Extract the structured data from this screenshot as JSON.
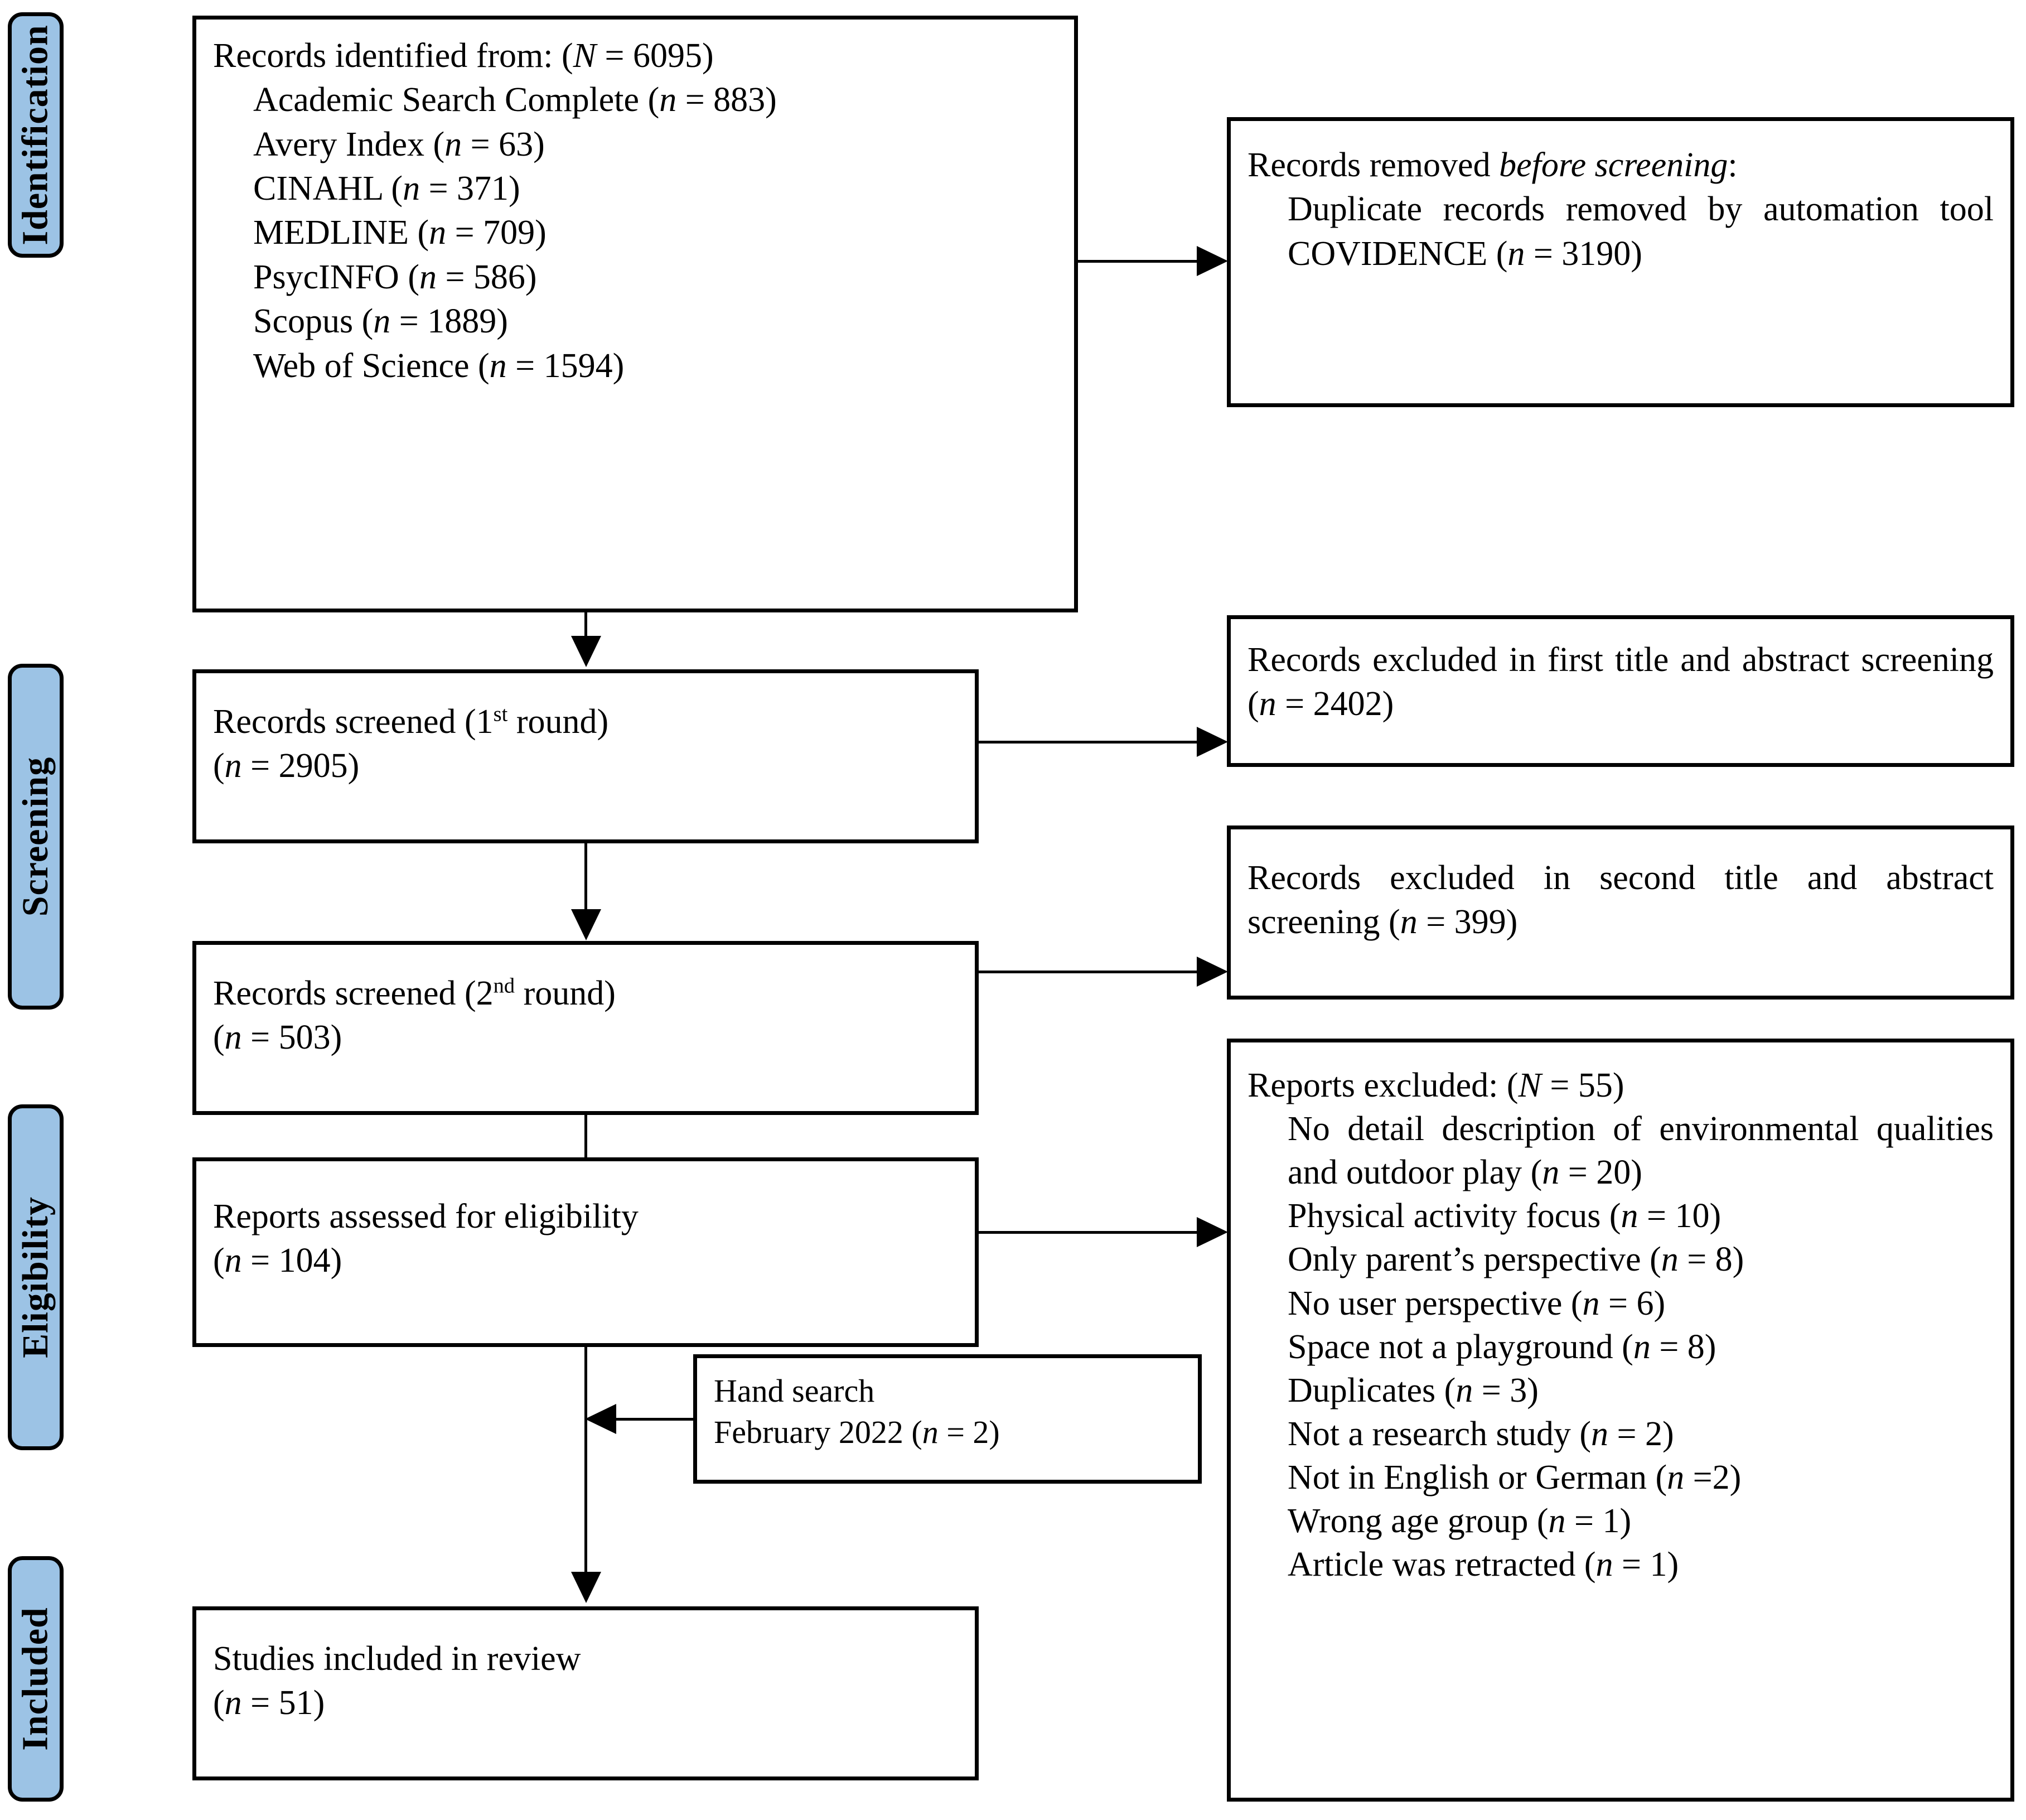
{
  "diagram": {
    "type": "prisma-flow-diagram",
    "accent_color": "#9CC3E5",
    "line_color": "#000000",
    "background": "#ffffff"
  },
  "stages": [
    {
      "id": "identification",
      "label": "Identification"
    },
    {
      "id": "screening",
      "label": "Screening"
    },
    {
      "id": "eligibility",
      "label": "Eligibility"
    },
    {
      "id": "included",
      "label": "Included"
    }
  ],
  "identification_box": {
    "heading_prefix": "Records identified from: (",
    "heading_italic": "N",
    "heading_suffix": " = 6095)",
    "sources": [
      {
        "name": "Academic Search Complete",
        "n_prefix": " (",
        "n_italic": "n",
        "n_suffix": " = 883)"
      },
      {
        "name": "Avery Index",
        "n_prefix": " (",
        "n_italic": "n",
        "n_suffix": " = 63)"
      },
      {
        "name": "CINAHL",
        "n_prefix": " (",
        "n_italic": "n",
        "n_suffix": " = 371)"
      },
      {
        "name": "MEDLINE",
        "n_prefix": " (",
        "n_italic": "n",
        "n_suffix": " = 709)"
      },
      {
        "name": "PsycINFO",
        "n_prefix": " (",
        "n_italic": "n",
        "n_suffix": " = 586)"
      },
      {
        "name": "Scopus",
        "n_prefix": " (",
        "n_italic": "n",
        "n_suffix": " = 1889)"
      },
      {
        "name": "Web of Science",
        "n_prefix": " (",
        "n_italic": "n",
        "n_suffix": " = 1594)"
      }
    ]
  },
  "removed_box": {
    "line1_prefix": "Records removed ",
    "line1_italic": "before screening",
    "line1_suffix": ":",
    "body_prefix": "Duplicate records removed by automation tool COVIDENCE (",
    "body_italic": "n",
    "body_suffix": " = 3190)"
  },
  "screened_round1": {
    "line1_a": "Records screened (1",
    "line1_sup": "st",
    "line1_b": " round)",
    "line2_prefix": "(",
    "line2_italic": "n",
    "line2_suffix": " = 2905)"
  },
  "screened_round2": {
    "line1_a": "Records screened (2",
    "line1_sup": "nd",
    "line1_b": " round)",
    "line2_prefix": "(",
    "line2_italic": "n",
    "line2_suffix": " = 503)"
  },
  "excluded_first": {
    "text_prefix": "Records excluded in first title and abstract screening (",
    "text_italic": "n",
    "text_suffix": " = 2402)"
  },
  "excluded_second": {
    "text_prefix": "Records excluded in second title and abstract screening (",
    "text_italic": "n",
    "text_suffix": " = 399)"
  },
  "eligibility_box": {
    "line1": "Reports assessed for eligibility",
    "line2_prefix": "(",
    "line2_italic": "n",
    "line2_suffix": " = 104)"
  },
  "hand_search_box": {
    "line1": "Hand search",
    "line2_prefix": "February 2022 (",
    "line2_italic": "n",
    "line2_suffix": " = 2)"
  },
  "reports_excluded_box": {
    "heading_prefix": "Reports excluded: (",
    "heading_italic": "N",
    "heading_suffix": " = 55)",
    "reasons": [
      {
        "label": "No detail description of environmental qualities and outdoor play",
        "n_prefix": " (",
        "n_italic": "n",
        "n_suffix": " = 20)"
      },
      {
        "label": "Physical activity focus",
        "n_prefix": " (",
        "n_italic": "n",
        "n_suffix": " = 10)"
      },
      {
        "label": "Only parent’s perspective",
        "n_prefix": " (",
        "n_italic": "n",
        "n_suffix": " = 8)"
      },
      {
        "label": "No user perspective",
        "n_prefix": " (",
        "n_italic": "n",
        "n_suffix": " = 6)"
      },
      {
        "label": "Space not a playground",
        "n_prefix": " (",
        "n_italic": "n",
        "n_suffix": " = 8)"
      },
      {
        "label": "Duplicates",
        "n_prefix": " (",
        "n_italic": "n",
        "n_suffix": " = 3)"
      },
      {
        "label": "Not a research study",
        "n_prefix": " (",
        "n_italic": "n",
        "n_suffix": " = 2)"
      },
      {
        "label": "Not in English or German",
        "n_prefix": " (",
        "n_italic": "n",
        "n_suffix": " =2)"
      },
      {
        "label": "Wrong age group",
        "n_prefix": " (",
        "n_italic": "n",
        "n_suffix": " = 1)"
      },
      {
        "label": "Article was retracted",
        "n_prefix": " (",
        "n_italic": "n",
        "n_suffix": " = 1)"
      }
    ]
  },
  "included_box": {
    "line1": "Studies included in review",
    "line2_prefix": "(",
    "line2_italic": "n",
    "line2_suffix": " = 51)"
  }
}
